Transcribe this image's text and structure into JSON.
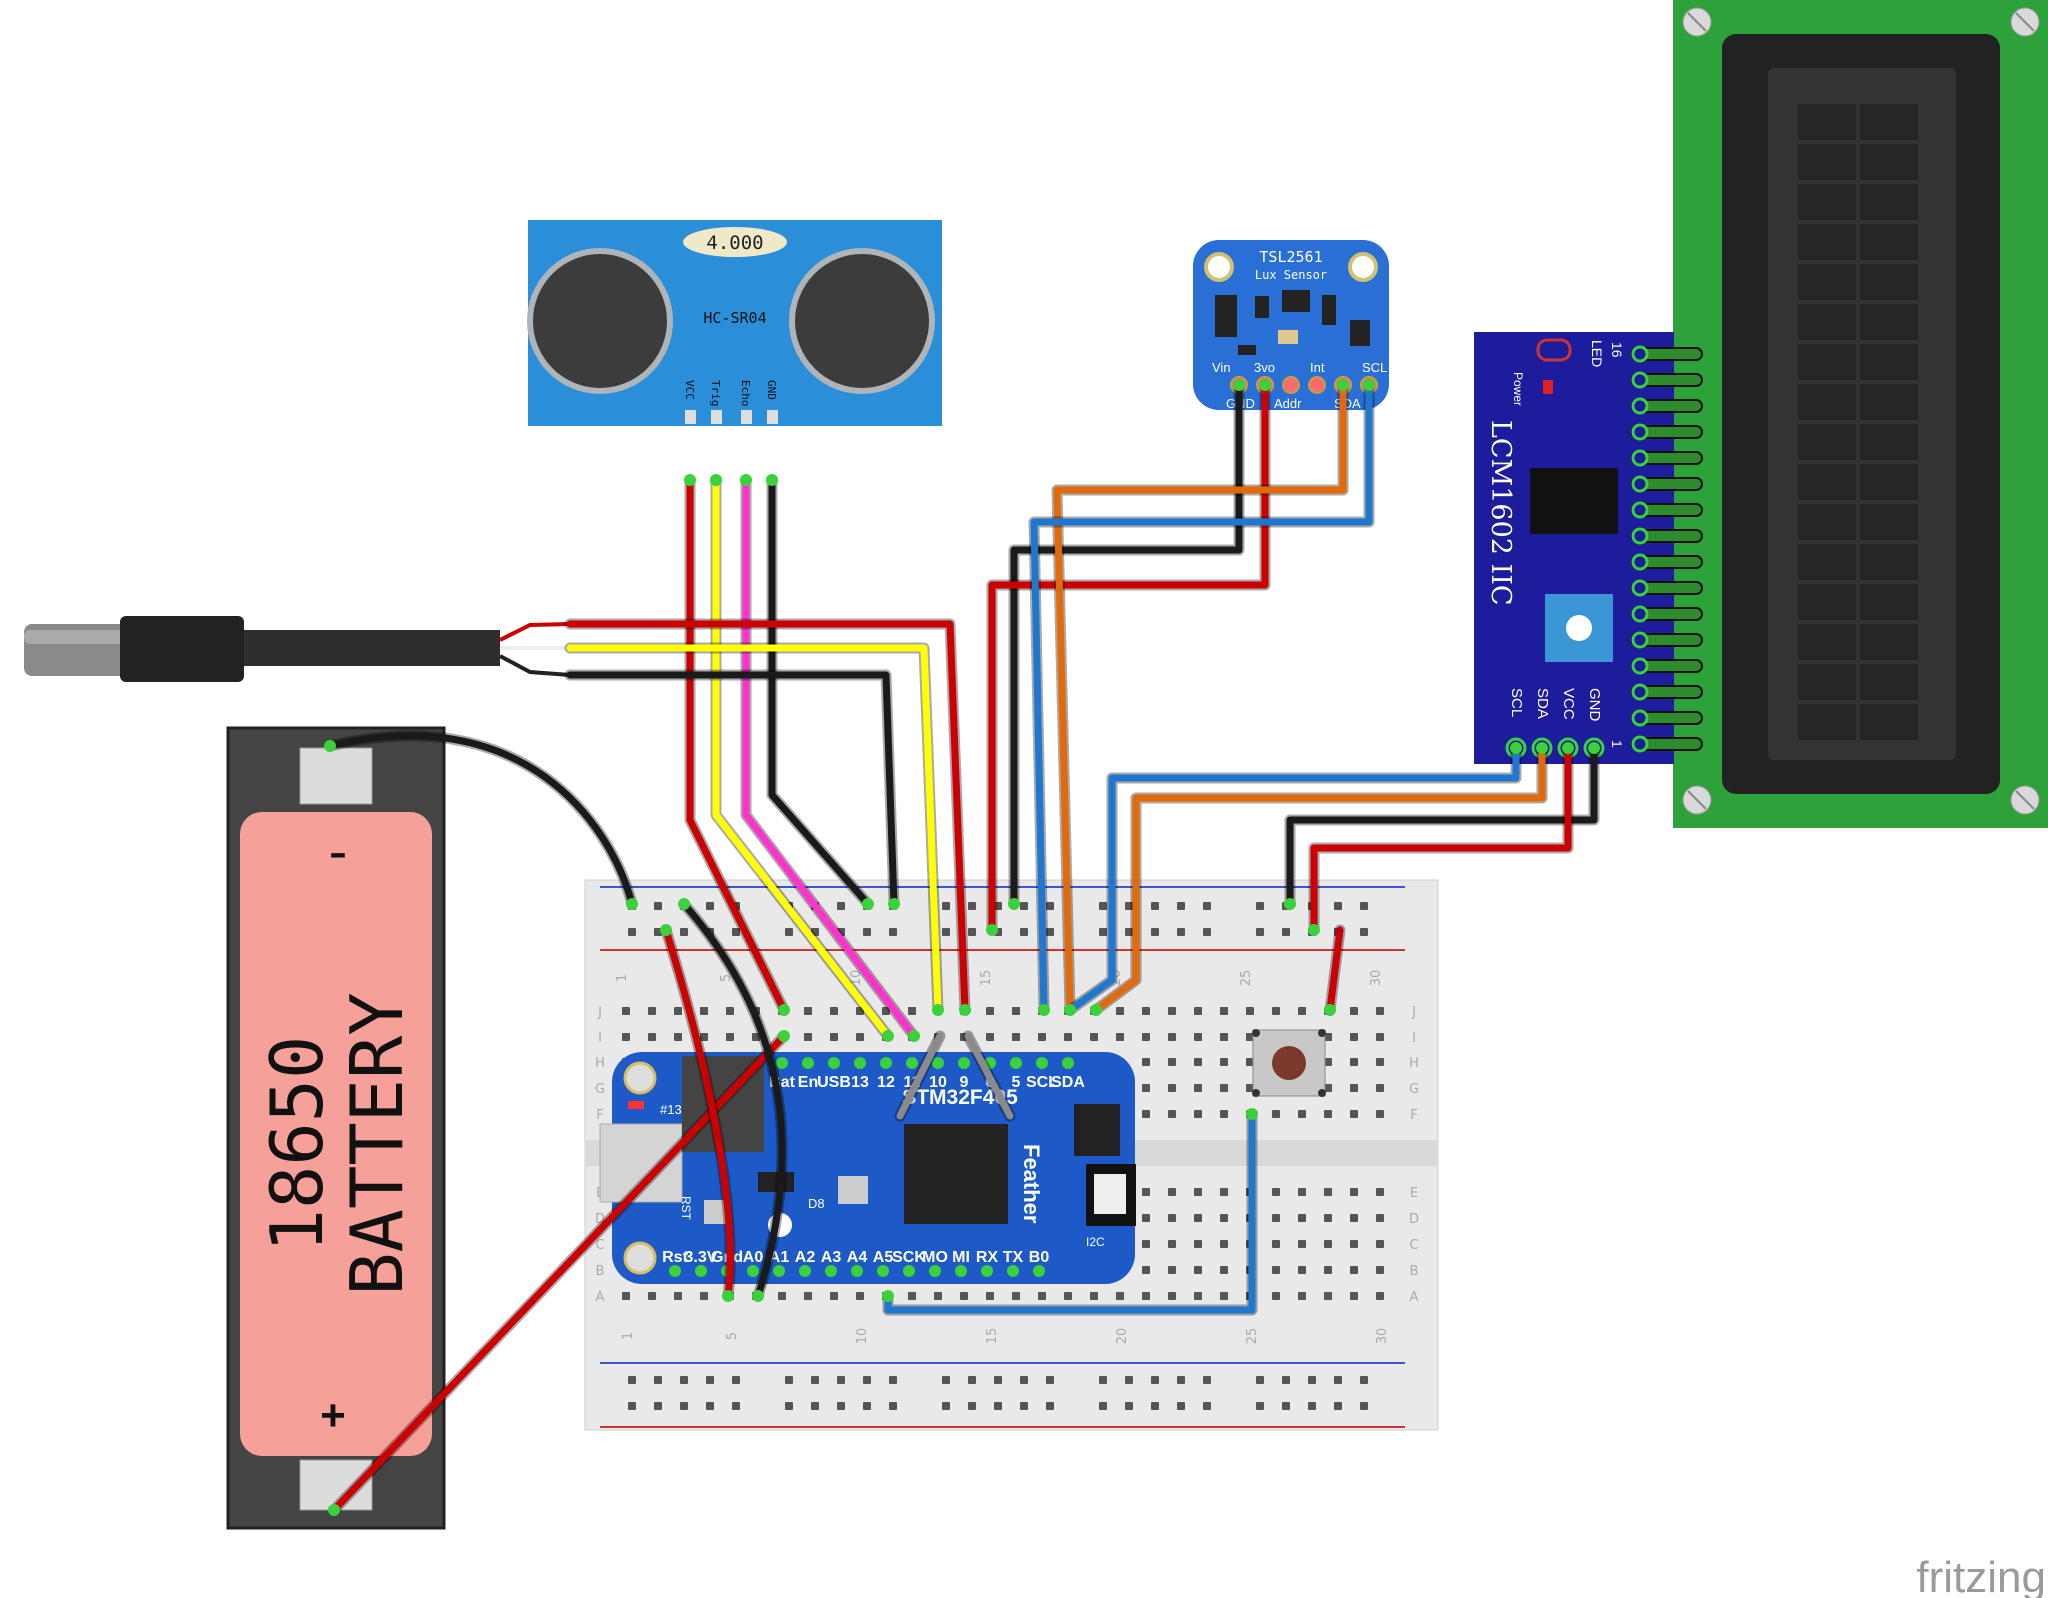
{
  "ultrasonic": {
    "display": "4.000",
    "model": "HC-SR04",
    "pins": [
      "VCC",
      "Trig",
      "Echo",
      "GND"
    ]
  },
  "lux": {
    "title": "TSL2561",
    "subtitle": "Lux Sensor",
    "top_pins": [
      "Vin",
      "3vo",
      "Int",
      "SCL"
    ],
    "bottom_pins": [
      "GND",
      "Addr",
      "SDA"
    ]
  },
  "i2c_backpack": {
    "label": "LCM1602 IIC",
    "power_label": "Power",
    "led_label": "LED",
    "pin_labels": [
      "SCL",
      "SDA",
      "VCC",
      "GND"
    ],
    "num_top": "16",
    "num_bottom": "1"
  },
  "battery": {
    "line1": "18650",
    "line2": "BATTERY",
    "minus": "-",
    "plus": "+"
  },
  "feather": {
    "chip": "STM32F405",
    "word": "Feather",
    "top_pins": [
      "Bat",
      "En",
      "USB",
      "13",
      "12",
      "11",
      "10",
      "9",
      "6",
      "5",
      "SCL",
      "SDA"
    ],
    "bottom_pins": [
      "Rst",
      "3.3V",
      "Gnd",
      "A0",
      "A1",
      "A2",
      "A3",
      "A4",
      "A5",
      "SCK",
      "MO",
      "MI",
      "RX",
      "TX",
      "B0"
    ],
    "led13": "#13",
    "rst": "RST",
    "d8": "D8",
    "i2c": "I2C"
  },
  "breadboard": {
    "col_numbers": [
      "1",
      "5",
      "10",
      "15",
      "20",
      "25",
      "30"
    ],
    "row_letters_top": [
      "J",
      "I",
      "H",
      "G",
      "F"
    ],
    "row_letters_bottom": [
      "E",
      "D",
      "C",
      "B",
      "A"
    ]
  },
  "watermark": "fritzing",
  "colors": {
    "wire_red": "#cc0000",
    "wire_black": "#1a1a1a",
    "wire_yellow": "#ffff00",
    "wire_magenta": "#ff33cc",
    "wire_blue": "#1f77d0",
    "wire_orange": "#e36a0a",
    "wire_gray": "#8a8a8a",
    "pcb_blue": "#1e59c8",
    "lcd_green": "#2ea23a"
  }
}
